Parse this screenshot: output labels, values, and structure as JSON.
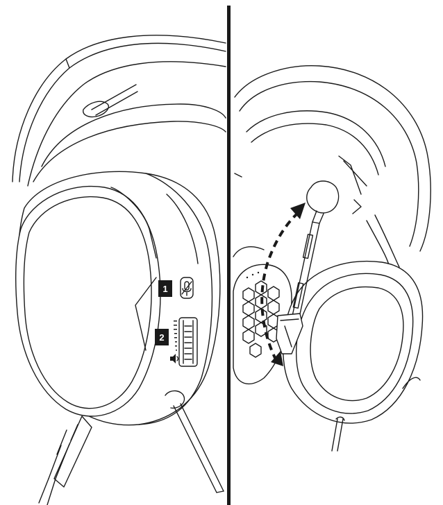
{
  "callouts": [
    {
      "label": "1",
      "target": "mic-mute-button"
    },
    {
      "label": "2",
      "target": "volume-wheel"
    }
  ],
  "icons": [
    "mic-mute-icon",
    "speaker-volume-icon",
    "double-arrow-icon"
  ],
  "colors": {
    "line": "#1a1a1a",
    "background": "#ffffff",
    "callout_bg": "#1a1a1a",
    "callout_text": "#ffffff"
  }
}
